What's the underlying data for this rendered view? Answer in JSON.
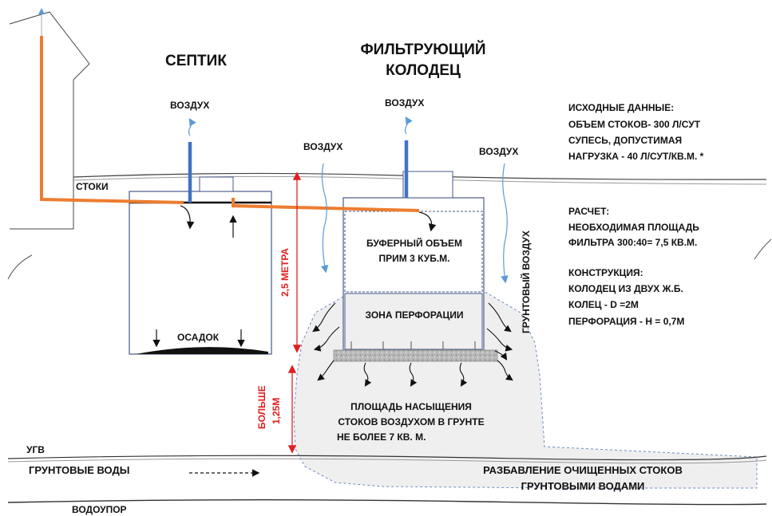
{
  "titles": {
    "septic": "СЕПТИК",
    "filter_well_line1": "ФИЛЬТРУЮЩИЙ",
    "filter_well_line2": "КОЛОДЕЦ"
  },
  "labels": {
    "air_septic": "ВОЗДУХ",
    "air_well": "ВОЗДУХ",
    "air_left": "ВОЗДУХ",
    "air_right": "ВОЗДУХ",
    "stoki": "СТОКИ",
    "osadok": "ОСАДОК",
    "buffer_line1": "БУФЕРНЫЙ  ОБЪЕМ",
    "buffer_line2": "ПРИМ  3 КУБ.М.",
    "perforation_zone": "ЗОНА ПЕРФОРАЦИИ",
    "saturation_line1": "ПЛОЩАДЬ  НАСЫЩЕНИЯ",
    "saturation_line2": "СТОКОВ ВОЗДУХОМ В ГРУНТЕ",
    "saturation_line3": "НЕ БОЛЕЕ  7 КВ. М.",
    "ground_air": "ГРУНТОВЫЙ ВОЗДУХ",
    "ugv": "УГВ",
    "groundwater": "ГРУНТОВЫЕ ВОДЫ",
    "dilution_line1": "РАЗБАВЛЕНИЕ  ОЧИЩЕННЫХ  СТОКОВ",
    "dilution_line2": "ГРУНТОВЫМИ ВОДАМИ",
    "aquitard": "ВОДОУПОР"
  },
  "dimensions": {
    "depth_label": "2,5 МЕТРА",
    "clearance_line1": "БОЛЬШЕ",
    "clearance_line2": "1,25М"
  },
  "info": {
    "initial_line1": "ИСХОДНЫЕ  ДАННЫЕ:",
    "initial_line2": "ОБЪЕМ  СТОКОВ-    300 Л/СУТ",
    "initial_line3": "СУПЕСЬ, ДОПУСТИМАЯ",
    "initial_line4": "НАГРУЗКА  - 40 Л/СУТ/КВ.М.  *",
    "calc_line1": "РАСЧЕТ:",
    "calc_line2": "НЕОБХОДИМАЯ  ПЛОЩАДЬ",
    "calc_line3": "ФИЛЬТРА  300:40= 7,5 КВ.М.",
    "constr_line1": "КОНСТРУКЦИЯ:",
    "constr_line2": "КОЛОДЕЦ ИЗ ДВУХ Ж.Б.",
    "constr_line3": "КОЛЕЦ - D =2М",
    "constr_line4": "ПЕРФОРАЦИЯ  - Н = 0,7М"
  },
  "colors": {
    "pipe": "#ed7d31",
    "vent": "#4472c4",
    "air_arrow": "#5b9bd5",
    "dimension": "#e02020",
    "soil_zone": "#efefef"
  }
}
